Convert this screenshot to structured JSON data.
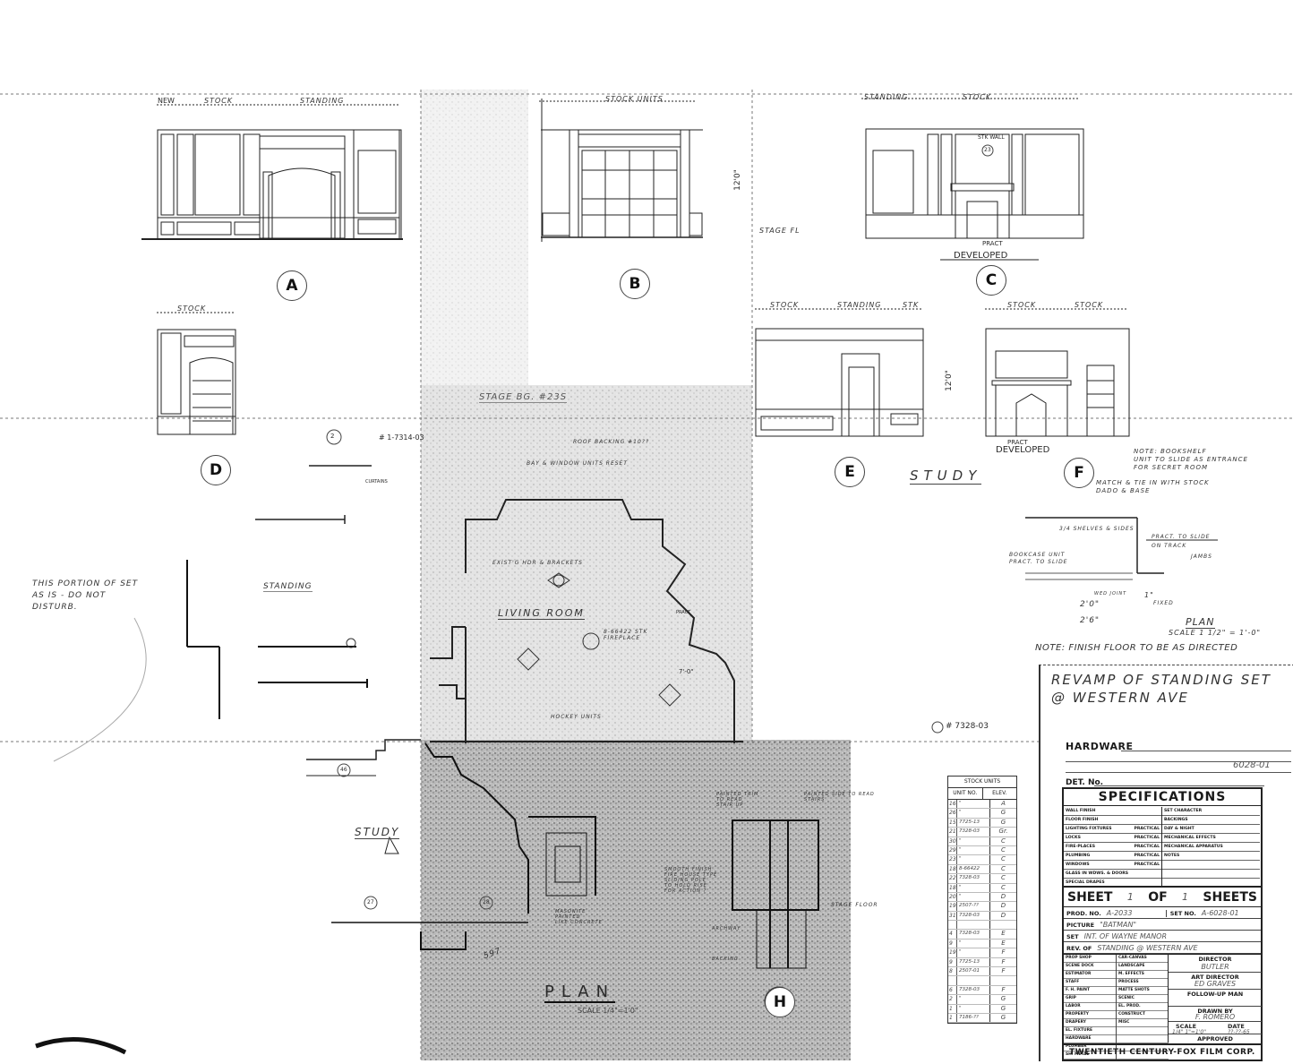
{
  "drawing": {
    "elevations": [
      {
        "tag": "A",
        "dims": [
          "NEW",
          "STOCK",
          "STANDING"
        ]
      },
      {
        "tag": "B",
        "dims": [
          "STOCK UNITS"
        ]
      },
      {
        "tag": "C",
        "dims": [
          "STANDING",
          "STOCK"
        ],
        "notes": [
          "STK WALL",
          "23",
          "PRACT",
          "DEVELOPED"
        ]
      },
      {
        "tag": "D",
        "dims": [
          "STOCK"
        ]
      },
      {
        "tag": "E",
        "dims": [
          "STOCK",
          "STANDING",
          "STK"
        ]
      },
      {
        "tag": "F",
        "dims": [
          "STOCK",
          "STOCK"
        ],
        "notes": [
          "PRACT",
          "DEVELOPED"
        ]
      },
      {
        "tag": "H"
      }
    ],
    "labels": {
      "height_dim_b": "12'0\"",
      "height_dim_e": "12'0\"",
      "stage_fl": "STAGE FL",
      "study_title": "STUDY",
      "study_plan": "STUDY",
      "living_room": "LIVING ROOM",
      "plan_title": "PLAN",
      "plan_scale": "SCALE 1/4\"=1'0\"",
      "standing": "STANDING",
      "do_not_disturb": [
        "THIS PORTION OF SET",
        "AS IS - DO NOT",
        "DISTURB."
      ],
      "stage_ref": "STAGE BG. #23S",
      "unit_ref": "# 1-7314-03",
      "curtains": "CURTAINS",
      "circle_2": "2",
      "exist_hdr": "EXIST'G HDR & BRACKETS",
      "bay_window": "BAY & WINDOW UNITS RESET",
      "fireplace": "8-66422 STK FIREPLACE",
      "pract": "PRACT",
      "dim_7": "7'-0\"",
      "hockey": "HOCKEY UNITS",
      "unit_7328": "# 7328-03",
      "circle_46": "46",
      "circle_27": "27",
      "circle_28": "28",
      "num_597": "597",
      "masonite": [
        "MASONITE",
        "PAINTED",
        "LIKE CONCRETE"
      ],
      "smooth_finish": [
        "SMOOTH FINISH",
        "FIRE HOUSE TYPE",
        "SLIDING POLE",
        "TO HOLD RISE",
        "FOR ACTION ?"
      ],
      "painted_trim": [
        "PAINTED TRIM",
        "TO READ",
        "STAIR UP"
      ],
      "painted_side": [
        "PAINTED SIDE TO READ",
        "STAIRS"
      ],
      "stage_floor": "STAGE FLOOR",
      "arch": "ARCHWAY",
      "backing": "BACKING",
      "roof_backing": "ROOF BACKING #10??",
      "note_bookshelf": [
        "NOTE: BOOKSHELF",
        "UNIT TO SLIDE AS ENTRANCE",
        "FOR SECRET ROOM"
      ],
      "match_dado": [
        "MATCH & TIE IN WITH STOCK",
        "DADO & BASE"
      ],
      "shelves": "3/4 SHELVES & SIDES",
      "bookcase": [
        "BOOKCASE UNIT",
        "PRACT. TO SLIDE"
      ],
      "pract_slide": "PRACT. TO SLIDE",
      "on_track": "ON TRACK",
      "jambs": "JAMBS",
      "wed_joint": "WED JOINT",
      "fixed": "FIXED",
      "dim_2_0": "2'0\"",
      "dim_2_6": "2'6\"",
      "dim_1": "1\"",
      "detail_plan": "PLAN",
      "detail_scale": "SCALE 1 1/2\" = 1'-0\"",
      "note_floor": "NOTE: FINISH FLOOR TO BE AS DIRECTED"
    }
  },
  "title_block": {
    "revamp": [
      "REVAMP OF STANDING SET",
      "@ WESTERN AVE"
    ],
    "hardware": "HARDWARE",
    "hardware_note": "6028-01",
    "det_no": "DET. No.",
    "specifications": {
      "title": "SPECIFICATIONS",
      "left": [
        {
          "label": "WALL FINISH",
          "suffix": ""
        },
        {
          "label": "FLOOR FINISH",
          "suffix": ""
        },
        {
          "label": "LIGHTING FIXTURES",
          "suffix": "PRACTICAL"
        },
        {
          "label": "LOCKS",
          "suffix": "PRACTICAL"
        },
        {
          "label": "FIRE-PLACES",
          "suffix": "PRACTICAL"
        },
        {
          "label": "PLUMBING",
          "suffix": "PRACTICAL"
        },
        {
          "label": "WINDOWS",
          "suffix": "PRACTICAL"
        },
        {
          "label": "GLASS IN WDWS. & DOORS",
          "suffix": ""
        },
        {
          "label": "SPECIAL DRAPES",
          "suffix": ""
        }
      ],
      "right": [
        {
          "label": "SET CHARACTER"
        },
        {
          "label": "BACKINGS"
        },
        {
          "label": "DAY & NIGHT"
        },
        {
          "label": "MECHANICAL EFFECTS"
        },
        {
          "label": "MECHANICAL APPARATUS"
        },
        {
          "label": "NOTES"
        },
        {
          "label": ""
        },
        {
          "label": ""
        },
        {
          "label": ""
        }
      ]
    },
    "sheet": {
      "label": "SHEET",
      "value": "1",
      "of": "OF",
      "total": "1",
      "sheets": "SHEETS"
    },
    "prod_no": {
      "label": "PROD. NO.",
      "value": "A-2033"
    },
    "set_no": {
      "label": "SET NO.",
      "value": "A-6028-01"
    },
    "picture": {
      "label": "PICTURE",
      "value": "\"BATMAN\""
    },
    "set": {
      "label": "SET",
      "value": "INT. OF WAYNE MANOR"
    },
    "rev_of": {
      "label": "REV. OF",
      "value": "STANDING @ WESTERN AVE"
    },
    "crew_left": [
      "PROP SHOP",
      "SCENE DOCK",
      "ESTIMATOR",
      "STAFF",
      "F. H. PAINT",
      "GRIP",
      "LABOR",
      "PROPERTY",
      "DRAPERY",
      "EL. FIXTURE",
      "HARDWARE",
      "PLUMBER",
      "SH. METAL"
    ],
    "crew_right": [
      "CAR-CANVAS",
      "LANDSCAPE",
      "M. EFFECTS",
      "PROCESS",
      "MATTE SHOTS",
      "SCENIC",
      "EL. PROD.",
      "CONSTRUCT",
      "MISC",
      "",
      "",
      "",
      ""
    ],
    "director": {
      "label": "DIRECTOR",
      "value": "BUTLER"
    },
    "art_director": {
      "label": "ART DIRECTOR",
      "value": "ED GRAVES"
    },
    "follow_up": {
      "label": "FOLLOW-UP MAN",
      "value": ""
    },
    "drawn_by": {
      "label": "DRAWN BY",
      "value": "F. ROMERO"
    },
    "scale": {
      "label": "SCALE",
      "value": "1/4\" 1\"=1'0\""
    },
    "date": {
      "label": "DATE",
      "value": "??-??-65"
    },
    "approved": {
      "label": "APPROVED",
      "value": ""
    },
    "corp": "TWENTIETH CENTURY-FOX FILM CORP."
  },
  "stock_table": {
    "title": "STOCK UNITS",
    "headers": [
      "UNIT NO.",
      "ELEV."
    ],
    "rows": [
      {
        "n": "16",
        "unit": "\"",
        "elev": "A"
      },
      {
        "n": "26",
        "unit": "\"",
        "elev": "G"
      },
      {
        "n": "15",
        "unit": "7725-13",
        "elev": "G"
      },
      {
        "n": "21",
        "unit": "7328-03",
        "elev": "Gr."
      },
      {
        "n": "30",
        "unit": "\"",
        "elev": "C"
      },
      {
        "n": "29",
        "unit": "\"",
        "elev": "C"
      },
      {
        "n": "23",
        "unit": "\"",
        "elev": "C"
      },
      {
        "n": "18",
        "unit": "8-66422",
        "elev": "C"
      },
      {
        "n": "22",
        "unit": "7328-03",
        "elev": "C"
      },
      {
        "n": "18",
        "unit": "\"",
        "elev": "C"
      },
      {
        "n": "20",
        "unit": "\"",
        "elev": "D"
      },
      {
        "n": "19",
        "unit": "2507-??",
        "elev": "D"
      },
      {
        "n": "31",
        "unit": "7328-03",
        "elev": "D"
      },
      {
        "n": "",
        "unit": "",
        "elev": ""
      },
      {
        "n": "4",
        "unit": "7328-03",
        "elev": "E"
      },
      {
        "n": "9",
        "unit": "\"",
        "elev": "E"
      },
      {
        "n": "19",
        "unit": "\"",
        "elev": "F"
      },
      {
        "n": "9",
        "unit": "7725-13",
        "elev": "F"
      },
      {
        "n": "8",
        "unit": "2507-01",
        "elev": "F"
      },
      {
        "n": "",
        "unit": "",
        "elev": ""
      },
      {
        "n": "6",
        "unit": "7328-03",
        "elev": "F"
      },
      {
        "n": "2",
        "unit": "\"",
        "elev": "G"
      },
      {
        "n": "1",
        "unit": "\"",
        "elev": "G"
      },
      {
        "n": "1",
        "unit": "7186-??",
        "elev": "G"
      }
    ]
  },
  "colors": {
    "ink": "#1a1a1a",
    "paper": "#ffffff",
    "shade": "#8a8a8a"
  }
}
